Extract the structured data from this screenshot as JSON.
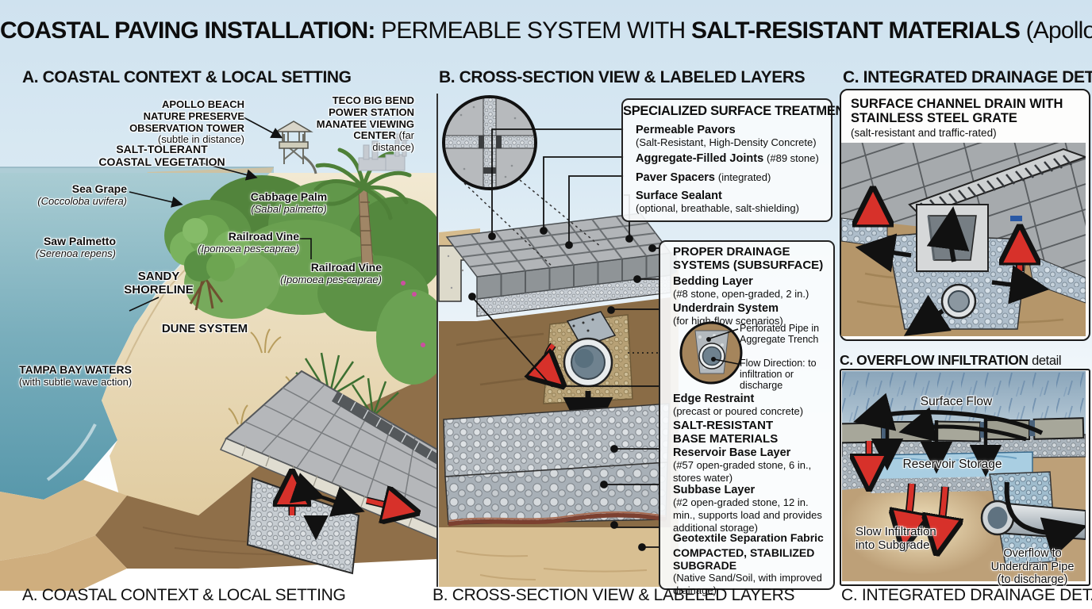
{
  "title": {
    "lead": "COASTAL PAVING INSTALLATION:",
    "mid": "PERMEABLE SYSTEM WITH",
    "strong": "SALT-RESISTANT MATERIALS",
    "tail": "(Apollo Beach, FL)"
  },
  "colors": {
    "sky_blue": "#cfe2ef",
    "water_teal": "#6aa7b5",
    "sand_tan": "#e6d3a8",
    "soil_brown": "#8a6c46",
    "paver_gray": "#a9a9a9",
    "gravel_gray": "#b7bec4",
    "accent_red": "#d7312a",
    "reservoir_blue": "#a9cee2"
  },
  "panel_a": {
    "header": "A. COASTAL CONTEXT & LOCAL SETTING",
    "caption": "A. COASTAL CONTEXT & LOCAL SETTING",
    "labels": {
      "observation_tower": {
        "name": "APOLLO BEACH NATURE PRESERVE OBSERVATION TOWER",
        "note": "(subtle in distance)"
      },
      "power_station": {
        "name": "TECO BIG BEND POWER STATION MANATEE VIEWING CENTER",
        "note": "(far distance)"
      },
      "vegetation": {
        "name": "SALT-TOLERANT COASTAL VEGETATION"
      },
      "sea_grape": {
        "name": "Sea Grape",
        "note": "(Coccoloba uvifera)"
      },
      "cabbage_palm": {
        "name": "Cabbage Palm",
        "note": "(Sabal palmetto)"
      },
      "saw_palmetto": {
        "name": "Saw Palmetto",
        "note": "(Serenoa repens)"
      },
      "railroad_vine_upper": {
        "name": "Railroad Vine",
        "note": "(Ipomoea pes-caprae)"
      },
      "railroad_vine_lower": {
        "name": "Railroad Vine",
        "note": "(Ipomoea pes-caprae)"
      },
      "sandy_shoreline": {
        "name": "SANDY SHORELINE"
      },
      "dune_system": {
        "name": "DUNE SYSTEM"
      },
      "tampa_bay": {
        "name": "TAMPA BAY WATERS",
        "note": "(with subtle wave action)"
      }
    }
  },
  "panel_b": {
    "header": "B. CROSS-SECTION VIEW & LABELED LAYERS",
    "caption": "B. CROSS-SECTION VIEW & LABELED LAYERS",
    "surface_box": {
      "title": "SPECIALIZED SURFACE TREATMENTS",
      "items": [
        {
          "name": "Permeable Pavors",
          "note": "(Salt-Resistant, High-Density Concrete)"
        },
        {
          "name": "Aggregate-Filled Joints",
          "note": "(#89 stone)"
        },
        {
          "name": "Paver Spacers",
          "note": "(integrated)"
        },
        {
          "name": "Surface Sealant",
          "note": "(optional, breathable, salt-shielding)"
        }
      ]
    },
    "drainage_box": {
      "heading": "PROPER DRAINAGE SYSTEMS (SUBSURFACE)",
      "bedding": {
        "name": "Bedding Layer",
        "note": "(#8 stone, open-graded, 2 in.)"
      },
      "underdrain": {
        "name": "Underdrain System",
        "note": "(for high-flow scenarios)"
      },
      "pipe_detail": {
        "pipe": "Perforated Pipe in Aggregate Trench",
        "flow": "Flow Direction: to infiltration or discharge"
      },
      "edge_restraint": {
        "name": "Edge Restraint",
        "note": "(precast or poured concrete)"
      },
      "base_heading": "SALT-RESISTANT BASE MATERIALS",
      "reservoir": {
        "name": "Reservoir Base Layer",
        "note": "(#57 open-graded stone, 6 in., stores water)"
      },
      "subbase": {
        "name": "Subbase Layer",
        "note": "(#2 open-graded stone, 12 in. min., supports load and provides additional storage)"
      },
      "geotextile": {
        "name": "Geotextile Separation Fabric"
      },
      "subgrade": {
        "name": "COMPACTED, STABILIZED SUBGRADE",
        "note": "(Native Sand/Soil, with improved drainage)"
      }
    }
  },
  "panel_c": {
    "header": "C. INTEGRATED DRAINAGE DETAILS",
    "caption": "C. INTEGRATED DRAINAGE DETAILS",
    "channel_box": {
      "title": "SURFACE CHANNEL DRAIN WITH STAINLESS STEEL GRATE",
      "note": "(salt-resistant and traffic-rated)"
    },
    "overflow_header": {
      "strong": "C. OVERFLOW INFILTRATION",
      "tail": "detail"
    },
    "overflow_labels": {
      "surface_flow": "Surface Flow",
      "reservoir_storage": "Reservoir Storage",
      "slow_infiltration": "Slow Infiltration into Subgrade",
      "overflow_pipe": "Overflow to Underdrain Pipe",
      "overflow_note": "(to discharge)"
    }
  }
}
